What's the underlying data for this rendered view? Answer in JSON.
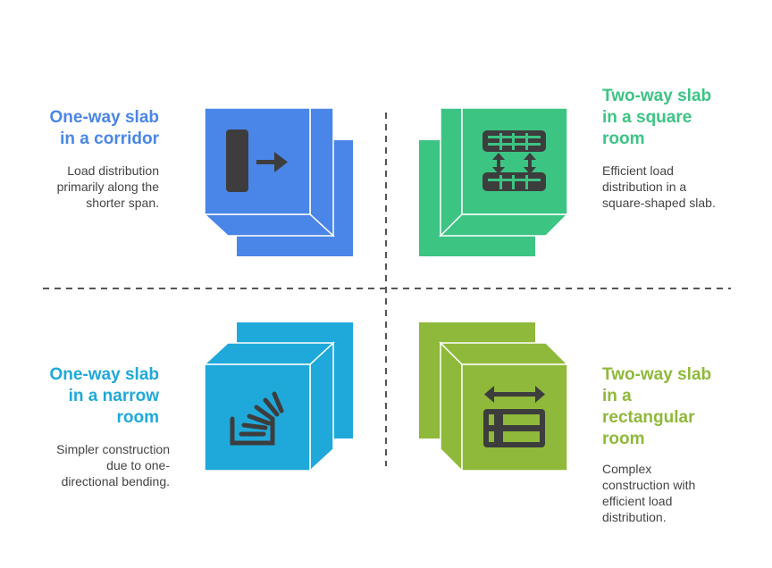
{
  "colors": {
    "blue": "#4a86e8",
    "green": "#3cc483",
    "cyan": "#1fa9da",
    "lime": "#8fb93a",
    "icon": "#3d3d3d",
    "divider": "#555555",
    "desc_text": "#444444"
  },
  "quadrants": [
    {
      "title_lines": [
        "One-way slab",
        "in a corridor"
      ],
      "description_lines": [
        "Load distribution",
        "primarily along the",
        "shorter span."
      ],
      "color": "#4a86e8",
      "icon": "door-arrow-icon"
    },
    {
      "title_lines": [
        "Two-way slab",
        "in a square",
        "room"
      ],
      "description_lines": [
        "Efficient load",
        "distribution in a",
        "square-shaped slab."
      ],
      "color": "#3cc483",
      "icon": "vertical-compress-grid-icon"
    },
    {
      "title_lines": [
        "One-way slab",
        "in a narrow",
        "room"
      ],
      "description_lines": [
        "Simpler construction",
        "due to one-",
        "directional bending."
      ],
      "color": "#1fa9da",
      "icon": "stack-tray-icon"
    },
    {
      "title_lines": [
        "Two-way slab",
        "in a",
        "rectangular",
        "room"
      ],
      "description_lines": [
        "Complex",
        "construction with",
        "efficient load",
        "distribution."
      ],
      "color": "#8fb93a",
      "icon": "horizontal-arrow-layout-icon"
    }
  ]
}
